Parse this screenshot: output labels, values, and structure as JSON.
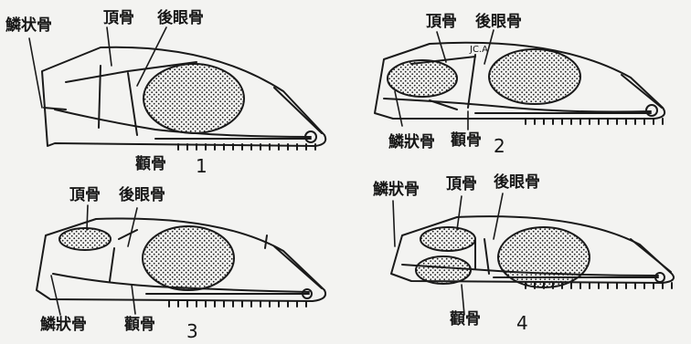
{
  "figures": [
    {
      "number": "1",
      "labels": {
        "squamosal": "鱗状骨",
        "parietal": "頂骨",
        "postorbital": "後眼骨",
        "zygomatic": "顴骨"
      }
    },
    {
      "number": "2",
      "labels": {
        "parietal": "頂骨",
        "postorbital": "後眼骨",
        "squamosal": "鱗狀骨",
        "zygomatic": "顴骨"
      },
      "note": "JC.A"
    },
    {
      "number": "3",
      "labels": {
        "parietal": "頂骨",
        "postorbital": "後眼骨",
        "squamosal": "鱗狀骨",
        "zygomatic": "顴骨"
      }
    },
    {
      "number": "4",
      "labels": {
        "squamosal": "鱗狀骨",
        "parietal": "頂骨",
        "postorbital": "後眼骨",
        "zygomatic": "顴骨"
      }
    }
  ]
}
